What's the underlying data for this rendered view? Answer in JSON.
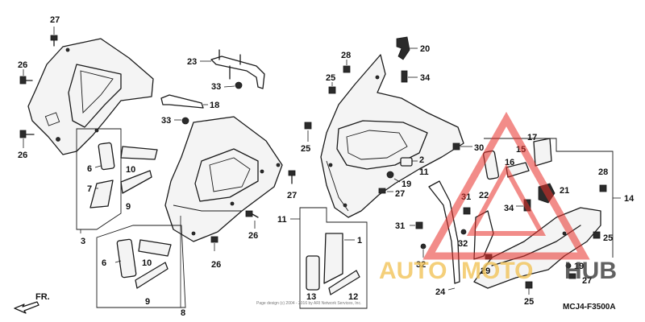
{
  "diagram": {
    "part_labels": {
      "p27a": "27",
      "p26a": "26",
      "p26b": "26",
      "p6a": "6",
      "p10a": "10",
      "p7": "7",
      "p9a": "9",
      "p3": "3",
      "p23": "23",
      "p33a": "33",
      "p18": "18",
      "p33b": "33",
      "p27b": "27",
      "p26c": "26",
      "p6b": "6",
      "p10b": "10",
      "p9b": "9",
      "p8": "8",
      "p26d": "26",
      "p28a": "28",
      "p25a": "25",
      "p20": "20",
      "p34a": "34",
      "p25b": "25",
      "p30": "30",
      "p2": "2",
      "p11a": "11",
      "p19a": "19",
      "p27c": "27",
      "p11b": "11",
      "p1": "1",
      "p13": "13",
      "p12": "12",
      "p31a": "31",
      "p22": "22",
      "p31b": "31",
      "p32a": "32",
      "p32b": "32",
      "p29": "29",
      "p24": "24",
      "p25c": "25",
      "p17": "17",
      "p15": "15",
      "p16": "16",
      "p21": "21",
      "p34b": "34",
      "p28b": "28",
      "p14": "14",
      "p25d": "25",
      "p19b": "19",
      "p27d": "27"
    },
    "direction_label": "FR.",
    "diagram_code": "MCJ4-F3500A",
    "footer_text": "Page design (c) 2004 - 2016 by ARI Network Services, Inc."
  },
  "watermark": {
    "word_part1": "AUTO",
    "word_part2": "MOTO",
    "word_part3": "HUB",
    "color_red": "#e8302a",
    "color_gold": "#f2c45a",
    "color_dark": "#3a3a3a"
  }
}
